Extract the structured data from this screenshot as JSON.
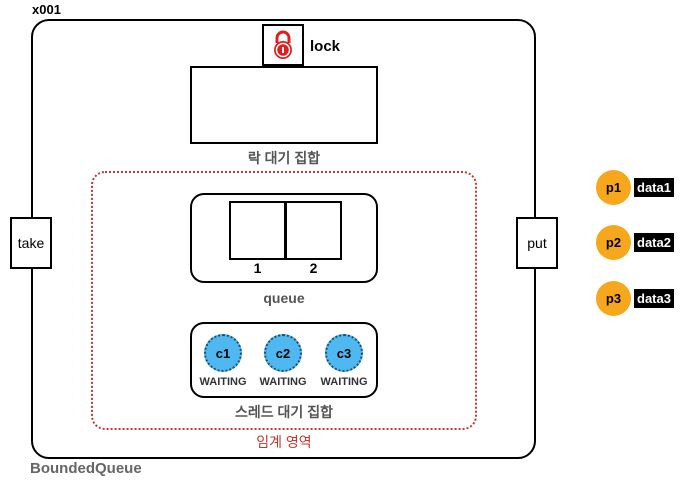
{
  "object_id": "x001",
  "class_name": "BoundedQueue",
  "lock": {
    "label": "lock",
    "icon": "lock-icon",
    "color": "#e02020"
  },
  "lock_wait_set": {
    "label": "락 대기 집합"
  },
  "critical_section": {
    "label": "임계 영역",
    "color": "#c0392b"
  },
  "queue": {
    "label": "queue",
    "slots": [
      "1",
      "2"
    ]
  },
  "thread_wait_set": {
    "label": "스레드 대기 집합",
    "threads": [
      {
        "name": "c1",
        "state": "WAITING"
      },
      {
        "name": "c2",
        "state": "WAITING"
      },
      {
        "name": "c3",
        "state": "WAITING"
      }
    ]
  },
  "methods": {
    "take": "take",
    "put": "put"
  },
  "producers": [
    {
      "name": "p1",
      "data": "data1"
    },
    {
      "name": "p2",
      "data": "data2"
    },
    {
      "name": "p3",
      "data": "data3"
    }
  ],
  "colors": {
    "consumer": "#4fb8f0",
    "producer": "#f6a71c"
  }
}
